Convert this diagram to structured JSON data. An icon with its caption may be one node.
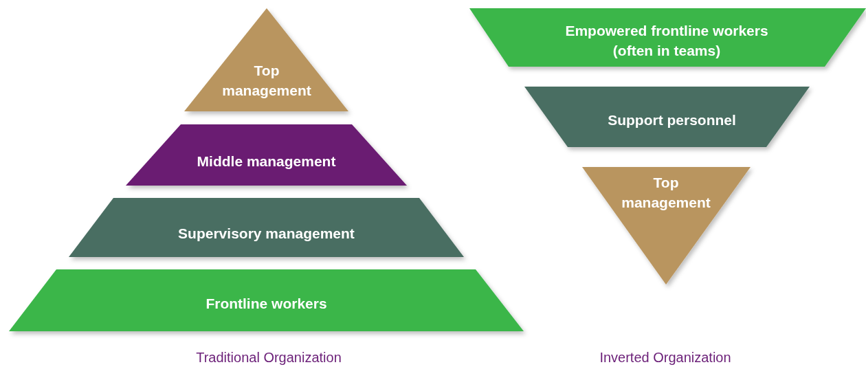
{
  "diagram": {
    "nodes": [
      {
        "text": [
          "Top management"
        ]
      },
      {
        "text": [
          "Middle management"
        ]
      },
      {
        "text": [
          "Supervisory management"
        ]
      },
      {
        "text": [
          "Frontline workers"
        ]
      },
      {
        "text": [
          "Empowered frontline workers (often in teams)"
        ]
      },
      {
        "text": [
          "Support personnel"
        ]
      },
      {
        "text": [
          "Top management"
        ]
      }
    ],
    "labels": [
      "Traditional Organization",
      "Inverted Organization"
    ]
  }
}
